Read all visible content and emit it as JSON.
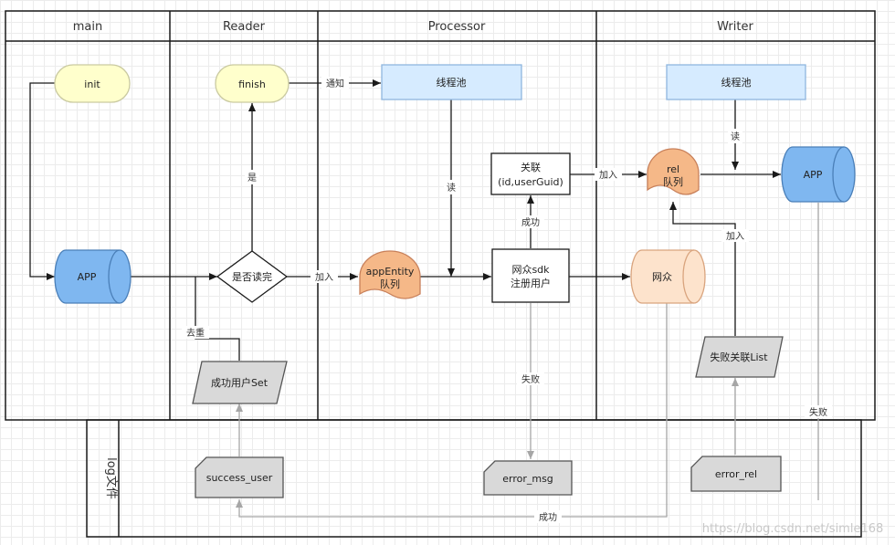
{
  "lanes": {
    "main": "main",
    "reader": "Reader",
    "processor": "Processor",
    "writer": "Writer"
  },
  "log_band": "log文件",
  "nodes": {
    "init": "init",
    "finish": "finish",
    "app_main": "APP",
    "is_done": "是否读完",
    "success_set": "成功用户Set",
    "thread_pool_p": "线程池",
    "relation_line1": "关联",
    "relation_line2": "(id,userGuid)",
    "app_entity_line1": "appEntity",
    "app_entity_line2": "队列",
    "register_line1": "网众sdk",
    "register_line2": "注册用户",
    "thread_pool_w": "线程池",
    "rel_line1": "rel",
    "rel_line2": "队列",
    "app_writer": "APP",
    "wangzhong": "网众",
    "fail_list": "失败关联List",
    "success_user": "success_user",
    "error_msg": "error_msg",
    "error_rel": "error_rel"
  },
  "edge_labels": {
    "notify": "通知",
    "yes": "是",
    "read_p": "读",
    "success_up": "成功",
    "join_p": "加入",
    "dedup": "去重",
    "fail_p": "失败",
    "join_rel": "加入",
    "read_w": "读",
    "join_fail": "加入",
    "fail_w": "失败",
    "success_bottom": "成功"
  },
  "watermark": "https://blog.csdn.net/simle168",
  "colors": {
    "yellow": "#ffffcc",
    "yellow_stroke": "#c9c9a0",
    "blue": "#7fb7f0",
    "blue_stroke": "#4a7fb8",
    "light_blue": "#d6ebff",
    "light_blue_stroke": "#8fb6de",
    "orange": "#f5b888",
    "orange_stroke": "#c8805a",
    "peach": "#fde3cc",
    "peach_stroke": "#d9a47e",
    "gray": "#d9d9d9",
    "gray_stroke": "#555555",
    "line": "#1a1a1a",
    "gray_line": "#a6a6a6"
  }
}
